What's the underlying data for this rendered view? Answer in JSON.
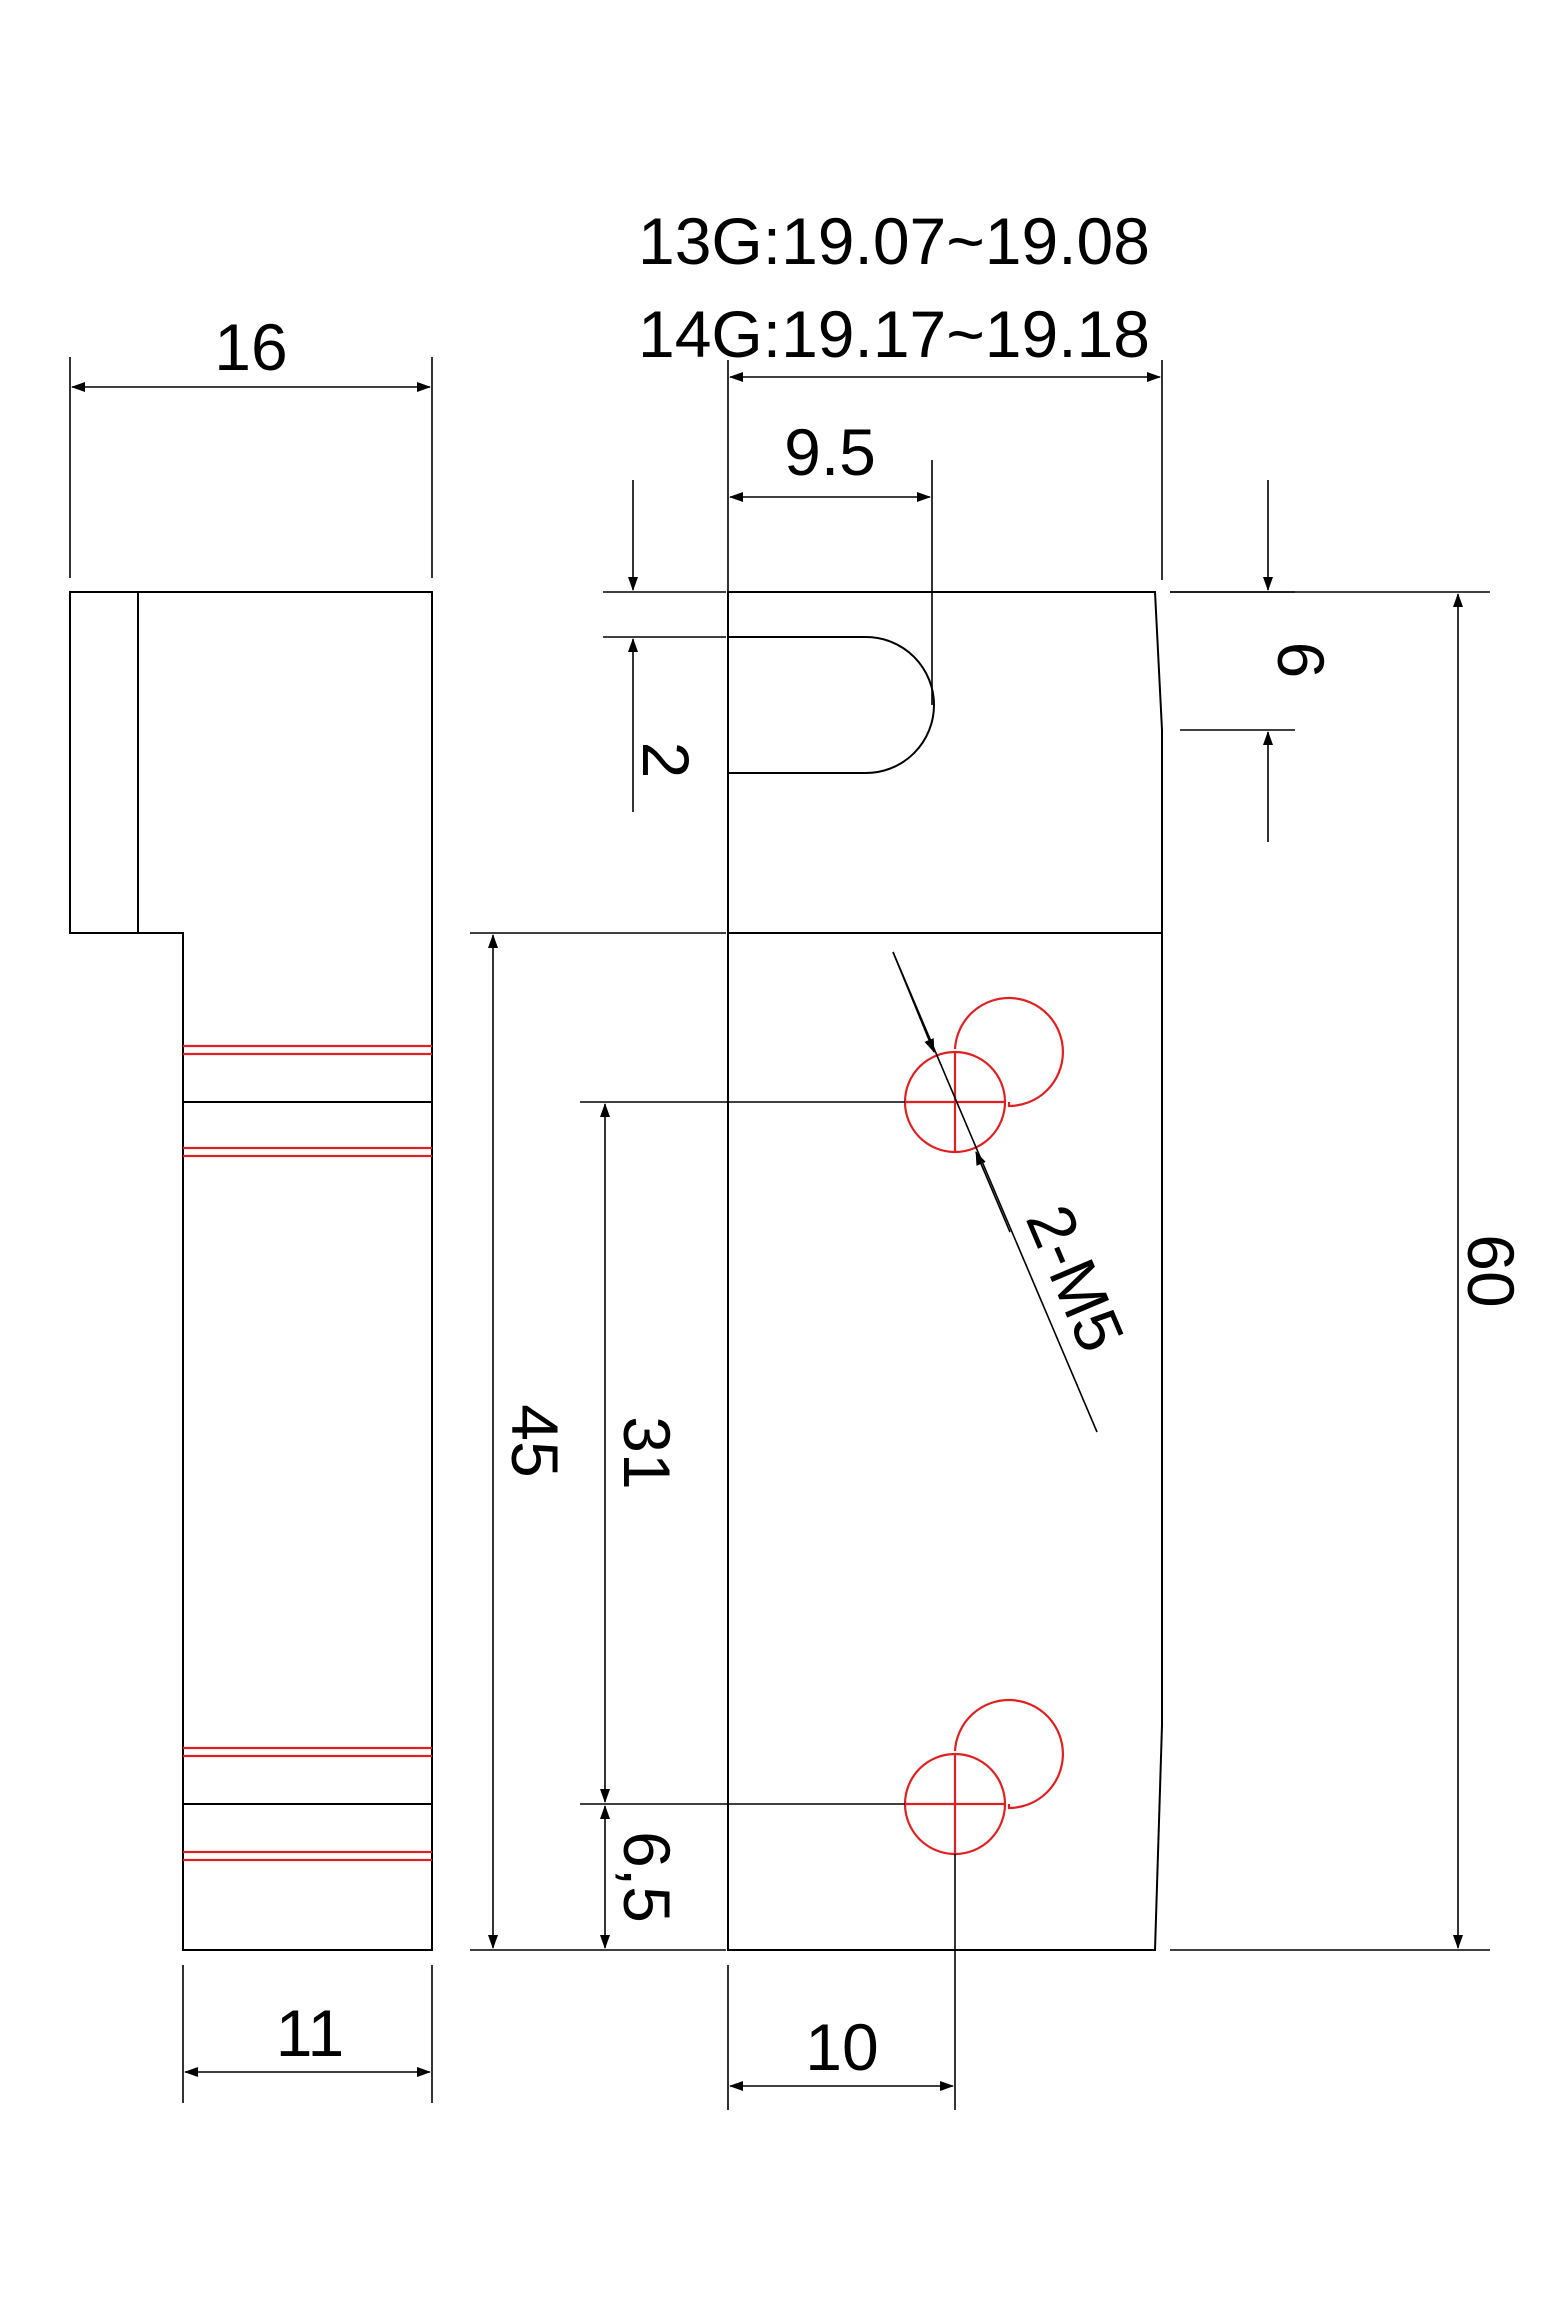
{
  "notes": {
    "line1": "13G:19.07~19.08",
    "line2": "14G:19.17~19.18"
  },
  "dimensions": {
    "side_width": "16",
    "side_base": "11",
    "slot_length": "9.5",
    "slot_offset": "2",
    "top_step": "6",
    "total_height": "60",
    "lower_height": "45",
    "hole_pitch": "31",
    "hole_offset": "6,5",
    "hole_x": "10",
    "thread": "2-M5"
  },
  "colors": {
    "outline": "#000000",
    "thread_marks": "#e02020"
  }
}
